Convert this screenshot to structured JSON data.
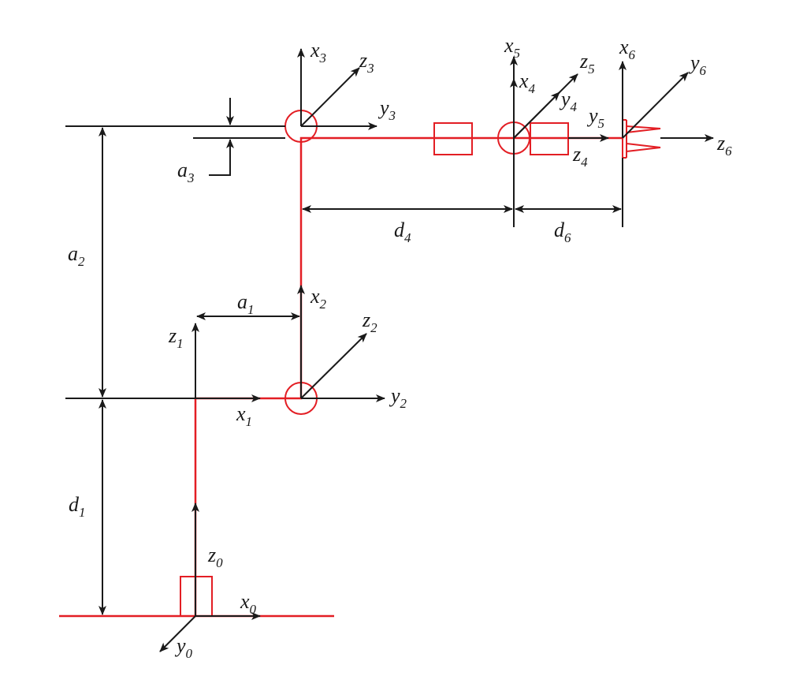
{
  "colors": {
    "link": "#e31e24",
    "annotation": "#1a1a1a",
    "background": "#ffffff"
  },
  "frames": {
    "f0": {
      "x": "x",
      "x_sub": "0",
      "y": "y",
      "y_sub": "0",
      "z": "z",
      "z_sub": "0"
    },
    "f1": {
      "x": "x",
      "x_sub": "1",
      "z": "z",
      "z_sub": "1"
    },
    "f2": {
      "x": "x",
      "x_sub": "2",
      "y": "y",
      "y_sub": "2",
      "z": "z",
      "z_sub": "2"
    },
    "f3": {
      "x": "x",
      "x_sub": "3",
      "y": "y",
      "y_sub": "3",
      "z": "z",
      "z_sub": "3"
    },
    "f4": {
      "x": "x",
      "x_sub": "4",
      "y": "y",
      "y_sub": "4",
      "z": "z",
      "z_sub": "4"
    },
    "f5": {
      "x": "x",
      "x_sub": "5",
      "y": "y",
      "y_sub": "5",
      "z": "z",
      "z_sub": "5"
    },
    "f6": {
      "x": "x",
      "x_sub": "6",
      "y": "y",
      "y_sub": "6",
      "z": "z",
      "z_sub": "6"
    }
  },
  "dimensions": {
    "d1": {
      "sym": "d",
      "sub": "1"
    },
    "a1": {
      "sym": "a",
      "sub": "1"
    },
    "a2": {
      "sym": "a",
      "sub": "2"
    },
    "a3": {
      "sym": "a",
      "sub": "3"
    },
    "d4": {
      "sym": "d",
      "sub": "4"
    },
    "d6": {
      "sym": "d",
      "sub": "6"
    }
  }
}
